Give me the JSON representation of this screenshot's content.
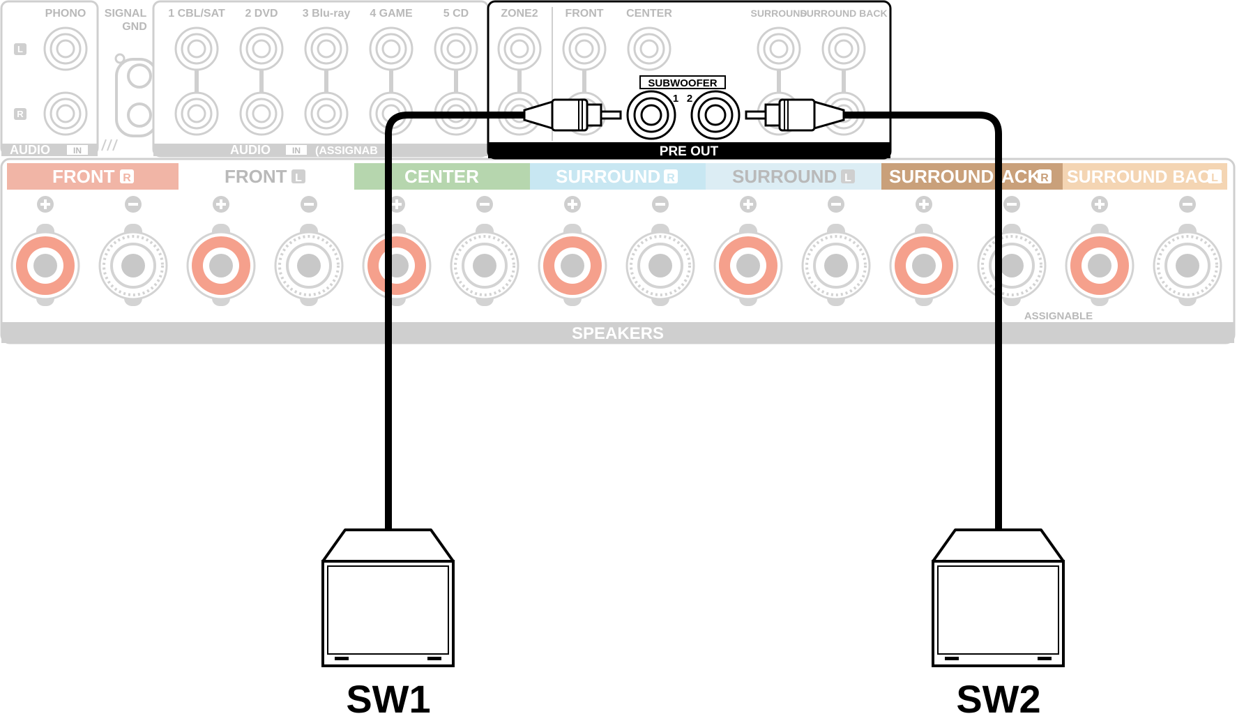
{
  "panel": {
    "input_labels": {
      "phono": "PHONO",
      "signal_gnd_1": "SIGNAL",
      "signal_gnd_2": "GND",
      "cbl_sat": "1 CBL/SAT",
      "dvd": "2 DVD",
      "bluray": "3 Blu-ray",
      "game": "4 GAME",
      "cd": "5 CD",
      "channel_l": "L",
      "channel_r": "R",
      "audio_in_left": "AUDIO",
      "audio_in_left_badge": "IN",
      "audio_in_mid": "AUDIO",
      "audio_in_mid_badge": "IN",
      "assignable_short": "(ASSIGNAB"
    },
    "preout_labels": {
      "zone2": "ZONE2",
      "front": "FRONT",
      "center": "CENTER",
      "surround": "SURROUND",
      "surround_back": "SURROUND BACK",
      "subwoofer": "SUBWOOFER",
      "sub_1": "1",
      "sub_2": "2",
      "pre_out": "PRE OUT"
    },
    "speaker_labels": {
      "front_r": "FRONT",
      "front_r_badge": "R",
      "front_l": "FRONT",
      "front_l_badge": "L",
      "center": "CENTER",
      "surround_r": "SURROUND",
      "surround_r_badge": "R",
      "surround_l": "SURROUND",
      "surround_l_badge": "L",
      "surround": "SURROUND",
      "back_r": "ACK",
      "back_r_badge": "R",
      "surround_back_l": "SURROUND BACK",
      "surround_back_l_badge": "L",
      "speakers": "SPEAKERS",
      "assignable": "ASSIGNABLE"
    }
  },
  "subwoofers": {
    "sw1": "SW1",
    "sw2": "SW2"
  },
  "colors": {
    "front_r": "#f1b5a6",
    "front_l": "#e6e6e6",
    "center": "#b6d6ae",
    "surround_r": "#c8e7f2",
    "surround_l": "#dcedf4",
    "surround": "#c9a07a",
    "surround_back": "#f4d5b3",
    "binding_post_red": "#f5a08c",
    "faded_grey": "#cfcfcf"
  }
}
